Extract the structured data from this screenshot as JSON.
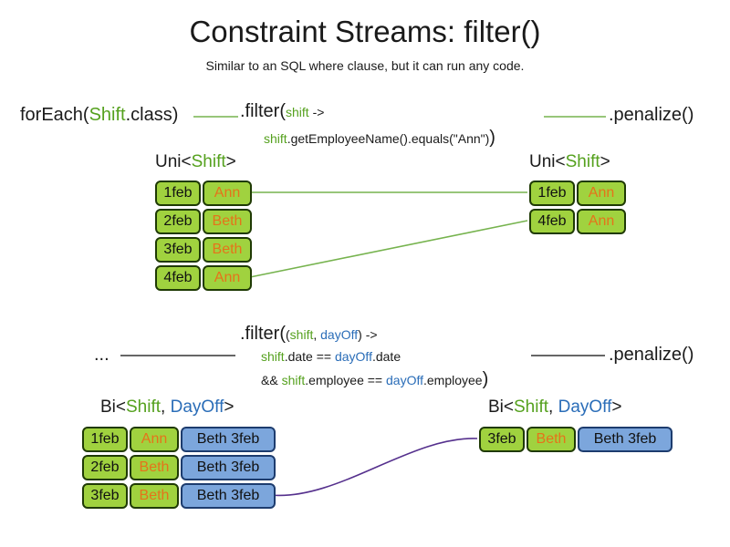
{
  "title": "Constraint Streams: filter()",
  "subtitle": "Similar to an SQL where clause, but it can run any code.",
  "colors": {
    "green_text": "#55a11e",
    "green_line": "#76b34e",
    "green_fill": "#a0d23f",
    "green_border": "#1f3a05",
    "orange_text": "#e5731a",
    "blue_text": "#2a6db8",
    "blue_fill": "#7ca6dc",
    "blue_border": "#1d3c6e",
    "purple_line": "#55308d",
    "dark_line": "#333333"
  },
  "top": {
    "foreach": {
      "pre": "forEach(",
      "cls": "Shift",
      "post": ".class)"
    },
    "filter": {
      "call": ".filter(",
      "arg": "shift",
      "arrow": " ->",
      "body_arg": "shift",
      "body_rest": ".getEmployeeName().equals(\"Ann\")",
      "close": ")"
    },
    "penalize": ".penalize()",
    "left_label": {
      "pre": "Uni<",
      "cls": "Shift",
      "post": ">"
    },
    "right_label": {
      "pre": "Uni<",
      "cls": "Shift",
      "post": ">"
    },
    "left_rows": [
      {
        "date": "1feb",
        "name": "Ann"
      },
      {
        "date": "2feb",
        "name": "Beth"
      },
      {
        "date": "3feb",
        "name": "Beth"
      },
      {
        "date": "4feb",
        "name": "Ann"
      }
    ],
    "right_rows": [
      {
        "date": "1feb",
        "name": "Ann"
      },
      {
        "date": "4feb",
        "name": "Ann"
      }
    ]
  },
  "bottom": {
    "ellipsis": "...",
    "filter": {
      "call": ".filter(",
      "args_open": "(",
      "arg1": "shift",
      "comma": ", ",
      "arg2": "dayOff",
      "args_close": ")",
      "arrow": " ->",
      "l2_a": "shift",
      "l2_b": ".date == ",
      "l2_c": "dayOff",
      "l2_d": ".date",
      "l3_a": "&& ",
      "l3_b": "shift",
      "l3_c": ".employee == ",
      "l3_d": "dayOff",
      "l3_e": ".employee",
      "close": ")"
    },
    "penalize": ".penalize()",
    "left_label": {
      "pre": "Bi<",
      "cls": "Shift",
      "comma": ", ",
      "cls2": "DayOff",
      "post": ">"
    },
    "right_label": {
      "pre": "Bi<",
      "cls": "Shift",
      "comma": ", ",
      "cls2": "DayOff",
      "post": ">"
    },
    "left_rows": [
      {
        "date": "1feb",
        "name": "Ann",
        "dayoff": "Beth 3feb"
      },
      {
        "date": "2feb",
        "name": "Beth",
        "dayoff": "Beth 3feb"
      },
      {
        "date": "3feb",
        "name": "Beth",
        "dayoff": "Beth 3feb"
      }
    ],
    "right_rows": [
      {
        "date": "3feb",
        "name": "Beth",
        "dayoff": "Beth 3feb"
      }
    ]
  }
}
